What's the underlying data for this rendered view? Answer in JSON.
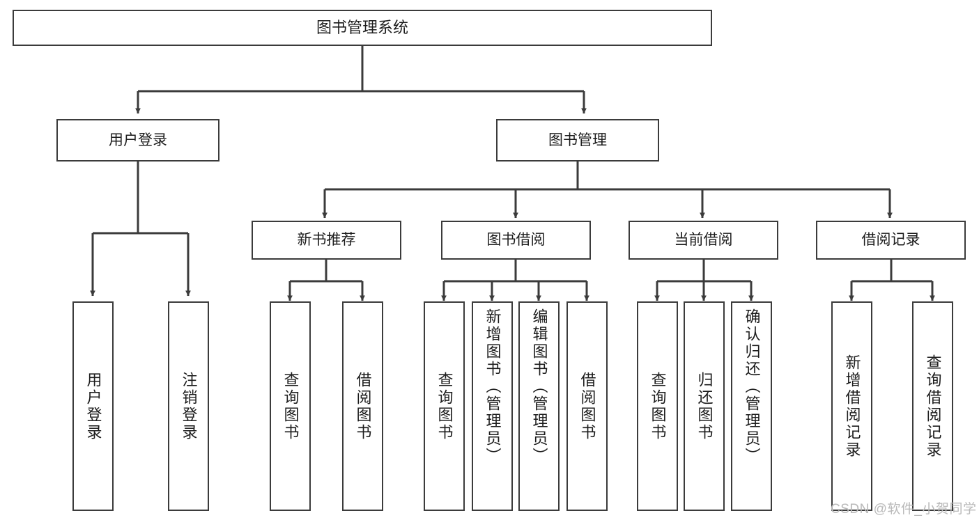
{
  "diagram": {
    "title": "图书管理系统",
    "type": "hierarchy-tree",
    "watermark": "CSDN @软件_小贺同学",
    "colors": {
      "background": "#ffffff",
      "box_border": "#3b3b3b",
      "box_fill": "#ffffff",
      "connector": "#3b3b3b",
      "text": "#1c1c1c",
      "watermark": "#b9b9b9"
    },
    "nodes": {
      "root": {
        "label": "图书管理系统"
      },
      "level2": [
        {
          "id": "user-login",
          "label": "用户登录"
        },
        {
          "id": "book-management",
          "label": "图书管理"
        }
      ],
      "level3": [
        {
          "id": "new-book-recommend",
          "label": "新书推荐"
        },
        {
          "id": "book-borrow",
          "label": "图书借阅"
        },
        {
          "id": "current-borrow",
          "label": "当前借阅"
        },
        {
          "id": "borrow-record",
          "label": "借阅记录"
        }
      ],
      "leaves": {
        "user_login": [
          {
            "id": "leaf-user-login",
            "label": "用户登录"
          },
          {
            "id": "leaf-logout-login",
            "label": "注销登录"
          }
        ],
        "new_book_recommend": [
          {
            "id": "leaf-query-book-1",
            "label": "查询图书"
          },
          {
            "id": "leaf-borrow-book-1",
            "label": "借阅图书"
          }
        ],
        "book_borrow": [
          {
            "id": "leaf-query-book-2",
            "label": "查询图书"
          },
          {
            "id": "leaf-add-book",
            "label": "新增图书（管理员）"
          },
          {
            "id": "leaf-edit-book",
            "label": "编辑图书（管理员）"
          },
          {
            "id": "leaf-borrow-book-2",
            "label": "借阅图书"
          }
        ],
        "current_borrow": [
          {
            "id": "leaf-query-book-3",
            "label": "查询图书"
          },
          {
            "id": "leaf-return-book",
            "label": "归还图书"
          },
          {
            "id": "leaf-confirm-return",
            "label": "确认归还（管理员）"
          }
        ],
        "borrow_record": [
          {
            "id": "leaf-add-record",
            "label": "新增借阅记录"
          },
          {
            "id": "leaf-query-record",
            "label": "查询借阅记录"
          }
        ]
      }
    }
  }
}
